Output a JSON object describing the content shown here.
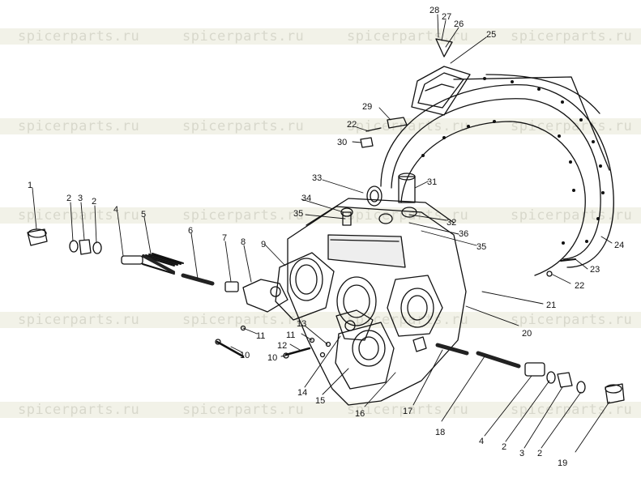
{
  "watermark": {
    "text": "spicerparts.ru"
  },
  "parts": {
    "p1": "1",
    "p2a": "2",
    "p3a": "3",
    "p2b": "2",
    "p4a": "4",
    "p5": "5",
    "p6": "6",
    "p7": "7",
    "p8": "8",
    "p9": "9",
    "p10a": "10",
    "p10b": "10",
    "p11a": "11",
    "p11b": "11",
    "p12": "12",
    "p13": "13",
    "p14": "14",
    "p15": "15",
    "p16": "16",
    "p17": "17",
    "p18": "18",
    "p4b": "4",
    "p2c": "2",
    "p3b": "3",
    "p2d": "2",
    "p19": "19",
    "p20": "20",
    "p21": "21",
    "p22a": "22",
    "p23": "23",
    "p24": "24",
    "p22b": "22",
    "p30": "30",
    "p29": "29",
    "p28": "28",
    "p27": "27",
    "p26": "26",
    "p25": "25",
    "p33": "33",
    "p34": "34",
    "p35a": "35",
    "p31": "31",
    "p32": "32",
    "p36": "36",
    "p35b": "35"
  }
}
